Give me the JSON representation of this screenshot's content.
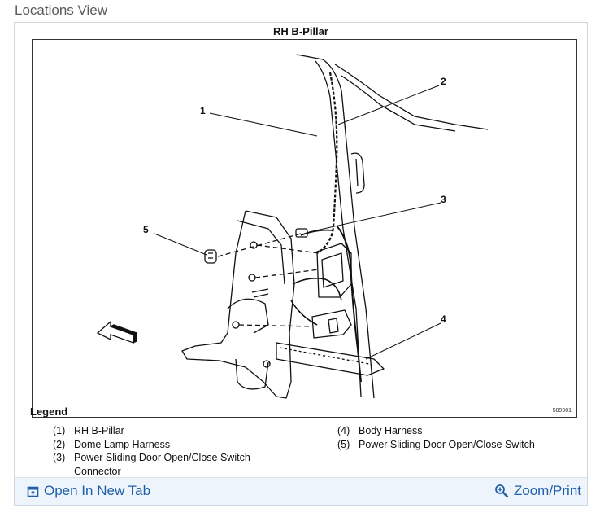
{
  "view_title": "Locations View",
  "figure": {
    "title": "RH B-Pillar",
    "code": "589901",
    "callouts": [
      "1",
      "2",
      "3",
      "4",
      "5"
    ]
  },
  "legend": {
    "title": "Legend",
    "items": [
      {
        "num": "(1)",
        "text": "RH B-Pillar"
      },
      {
        "num": "(2)",
        "text": "Dome Lamp Harness"
      },
      {
        "num": "(3)",
        "text": "Power Sliding Door Open/Close Switch Connector"
      },
      {
        "num": "(4)",
        "text": "Body Harness"
      },
      {
        "num": "(5)",
        "text": "Power Sliding Door Open/Close Switch"
      }
    ]
  },
  "actions": {
    "open_new_tab": "Open In New Tab",
    "zoom_print": "Zoom/Print"
  },
  "icons": {
    "open_tab": "open-tab-icon",
    "zoom": "zoom-icon"
  },
  "colors": {
    "link": "#1f5fa8",
    "bar_bg": "#eef4fb",
    "frame_border": "#cfd6de"
  }
}
